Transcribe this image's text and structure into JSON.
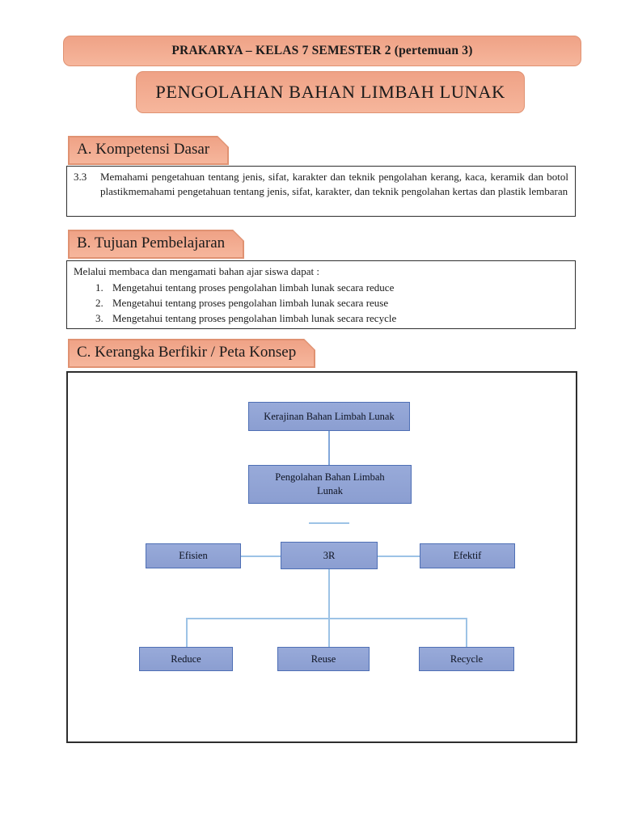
{
  "page": {
    "header_banner": "PRAKARYA – KELAS 7 SEMESTER 2 (pertemuan 3)",
    "title_banner": "PENGOLAHAN BAHAN LIMBAH LUNAK"
  },
  "sections": {
    "a": {
      "heading": "A. Kompetensi Dasar",
      "item_number": "3.3",
      "item_text": "Memahami pengetahuan tentang jenis, sifat, karakter dan teknik pengolahan kerang, kaca, keramik dan botol plastikmemahami pengetahuan tentang jenis, sifat, karakter, dan teknik pengolahan kertas dan plastik lembaran"
    },
    "b": {
      "heading": "B. Tujuan Pembelajaran",
      "intro": "Melalui membaca dan mengamati bahan ajar siswa dapat :",
      "items": [
        "Mengetahui tentang proses pengolahan limbah lunak secara reduce",
        "Mengetahui tentang proses pengolahan limbah lunak secara reuse",
        "Mengetahui tentang proses pengolahan limbah lunak secara recycle"
      ]
    },
    "c": {
      "heading": "C. Kerangka Berfikir / Peta Konsep",
      "diagram": {
        "root": "Kerajinan Bahan Limbah Lunak",
        "process": "Pengolahan Bahan Limbah Lunak",
        "left": "Efisien",
        "center": "3R",
        "right": "Efektif",
        "leaf1": "Reduce",
        "leaf2": "Reuse",
        "leaf3": "Recycle"
      }
    }
  },
  "colors": {
    "salmon_fill_top": "#efa286",
    "salmon_fill_bot": "#f6b69c",
    "salmon_border": "#e09272",
    "blue_fill": "#8fa2d4",
    "blue_border": "#4e6fb5",
    "connector": "#9dc3e6",
    "connector_dark": "#82a7da"
  }
}
